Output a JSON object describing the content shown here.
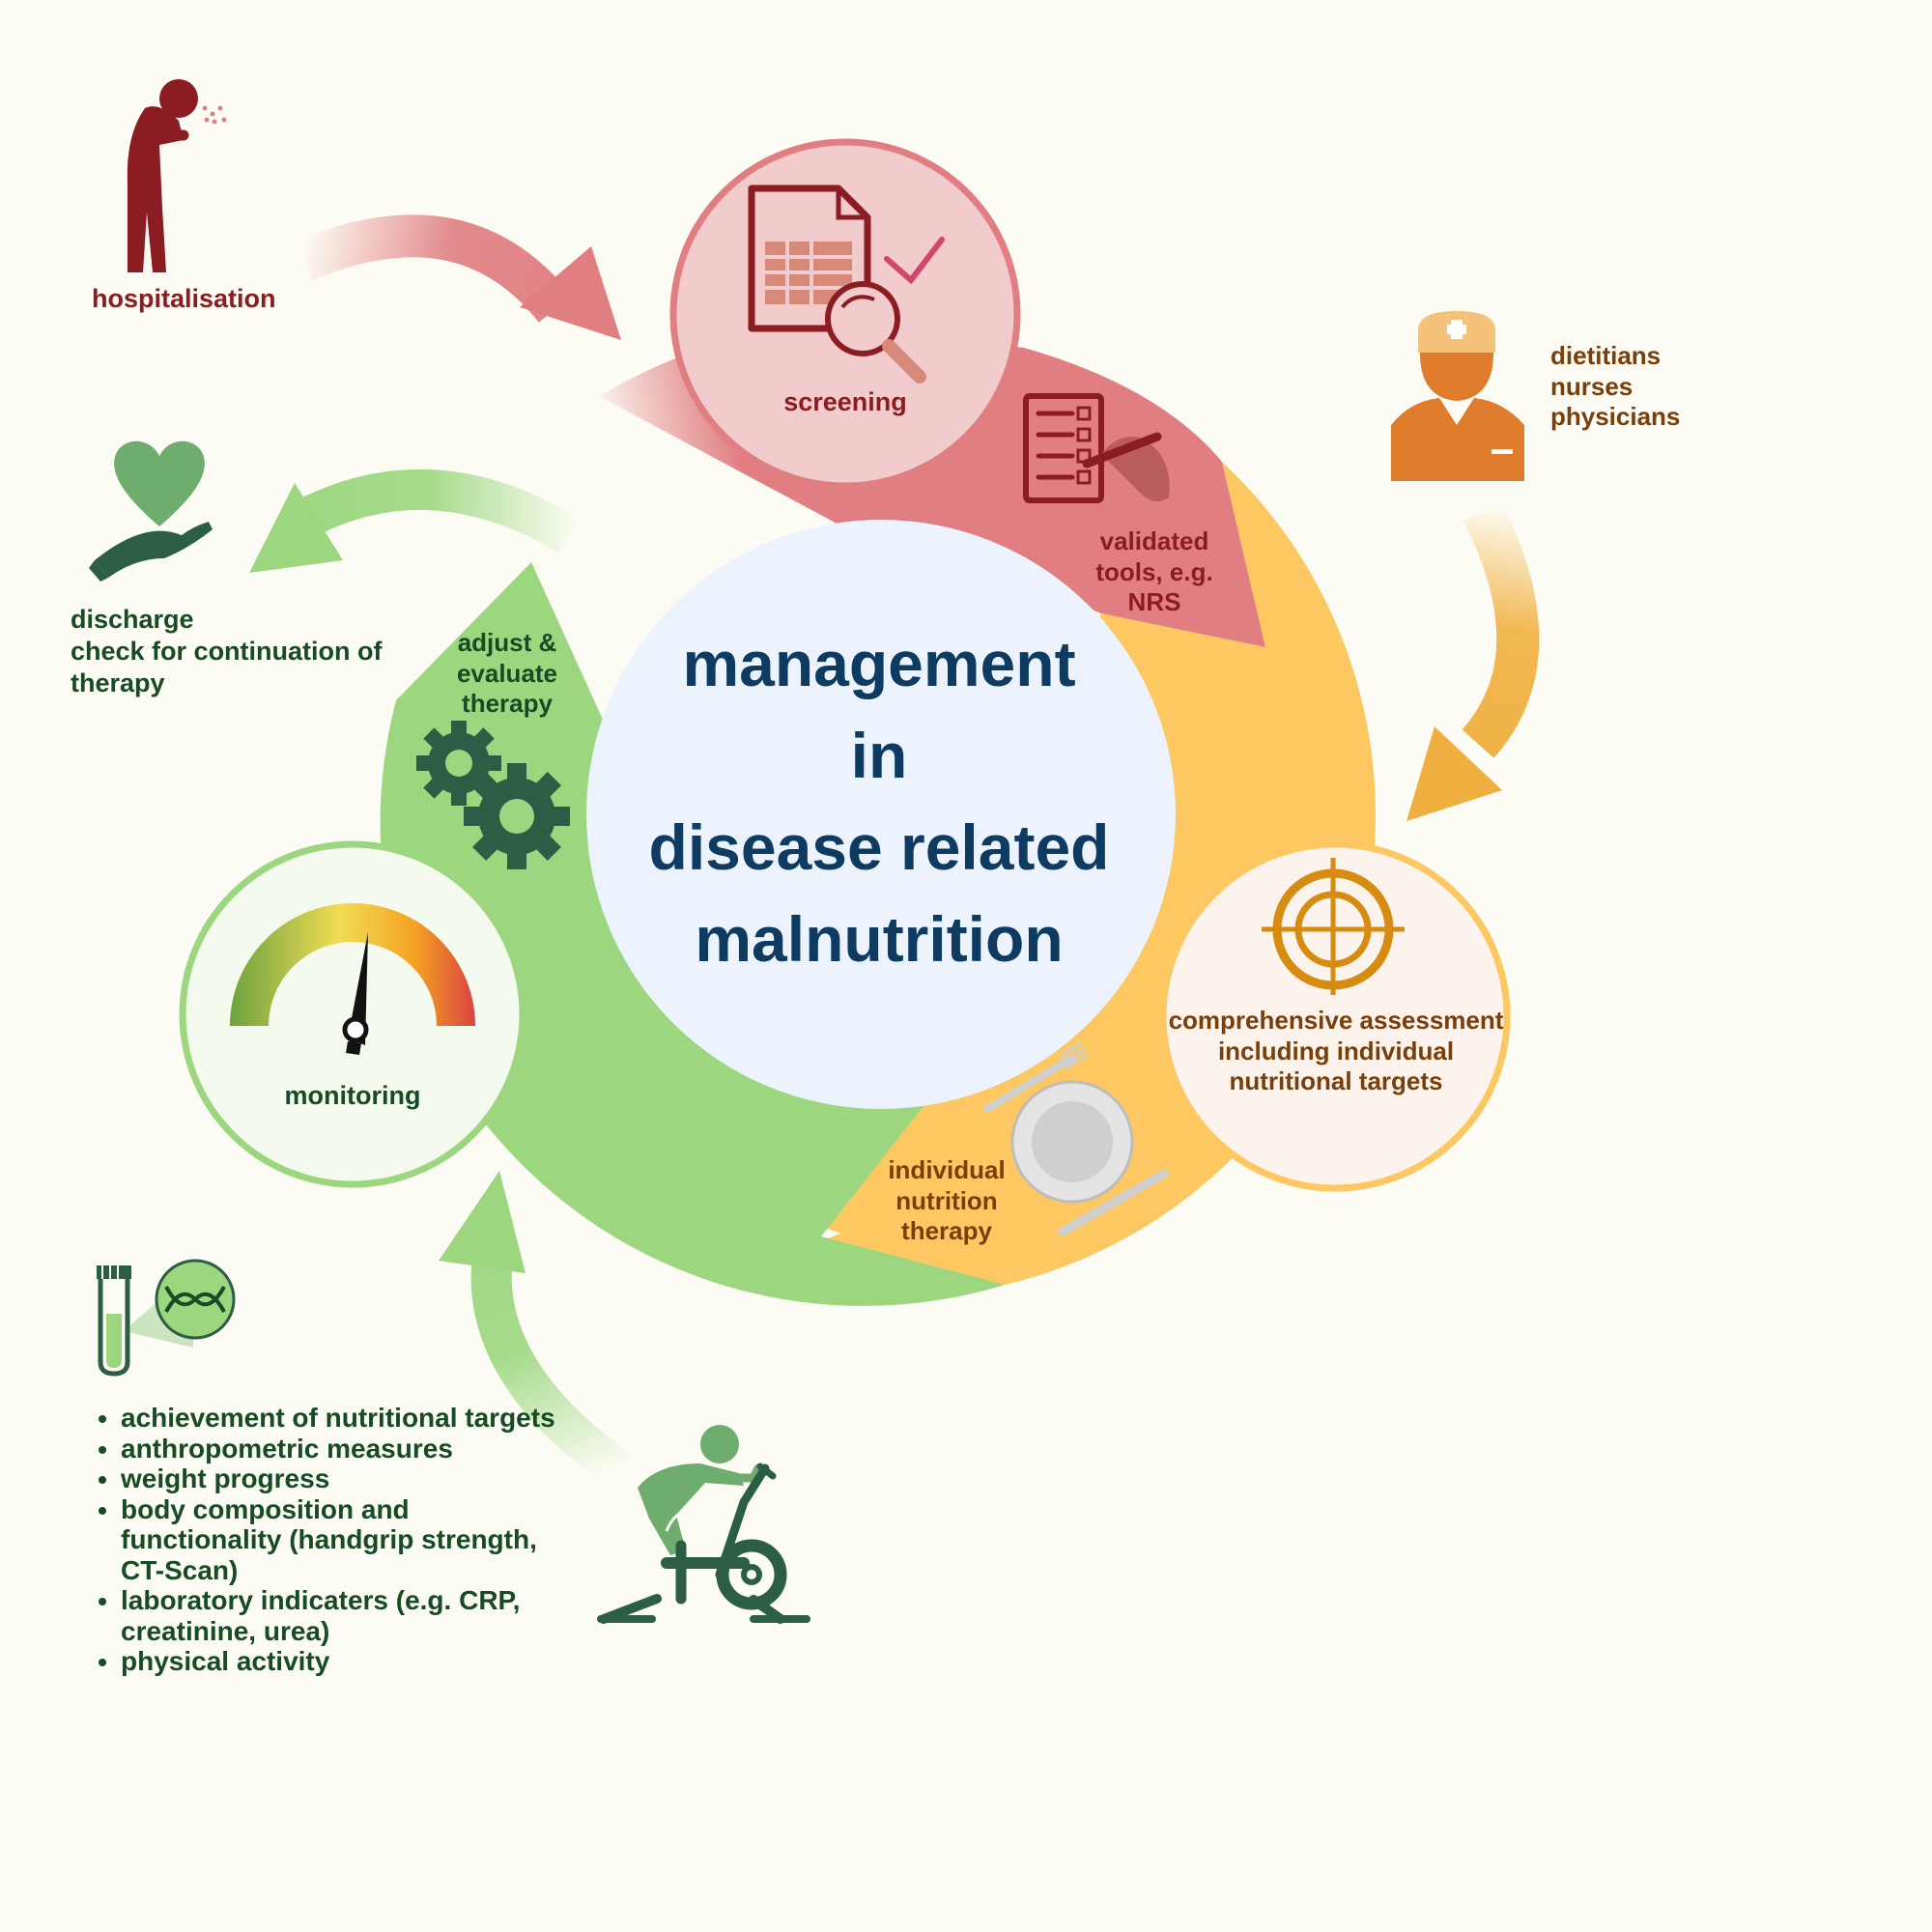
{
  "center": {
    "lines": [
      "management",
      "in",
      "disease related",
      "malnutrition"
    ]
  },
  "hospitalisation": {
    "label": "hospitalisation"
  },
  "screening": {
    "label": "screening"
  },
  "validated_tools": {
    "lines": [
      "validated",
      "tools, e.g.",
      "NRS"
    ]
  },
  "staff": {
    "lines": [
      "dietitians",
      "nurses",
      "physicians"
    ]
  },
  "assessment": {
    "lines": [
      "comprehensive assessment",
      "including individual",
      "nutritional targets"
    ]
  },
  "nutrition_therapy": {
    "lines": [
      "individual",
      "nutrition",
      "therapy"
    ]
  },
  "monitoring": {
    "label": "monitoring"
  },
  "adjust": {
    "lines": [
      "adjust &",
      "evaluate",
      "therapy"
    ]
  },
  "discharge": {
    "lines": [
      "discharge",
      "check for continuation of",
      "therapy"
    ]
  },
  "criteria": {
    "items": [
      "achievement of nutritional targets",
      "anthropometric measures",
      "weight progress",
      "body composition and functionality (handgrip strength, CT-Scan)",
      "laboratory indicaters (e.g. CRP, creatinine, urea)",
      "physical activity"
    ]
  },
  "colors": {
    "background": "#fdfcf4",
    "red_segment": "#e07e81",
    "yellow_segment": "#fdc762",
    "green_segment": "#9cd780",
    "center_circle": "#ecf3fc",
    "title": "#0e3b62",
    "dark_red": "#8b1d22",
    "brown": "#7a3e0a",
    "dark_green": "#164b24"
  },
  "icons": {
    "hospitalisation": "sick-person-icon",
    "screening": "document-magnifier-icon",
    "validated_tools": "checklist-pen-icon",
    "staff": "nurse-icon",
    "assessment": "target-icon",
    "nutrition_therapy": "plate-cutlery-icon",
    "monitoring": "gauge-icon",
    "adjust": "gears-icon",
    "discharge": "heart-hand-icon",
    "lab": "test-tube-dna-icon",
    "activity": "exercise-bike-icon"
  }
}
